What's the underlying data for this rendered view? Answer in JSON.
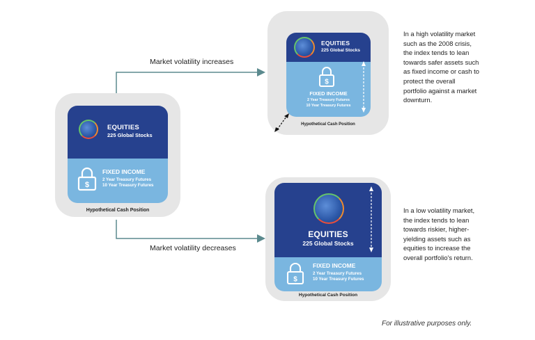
{
  "labels": {
    "equities": "EQUITIES",
    "equities_sub": "225 Global Stocks",
    "fixed_income": "FIXED INCOME",
    "fi_line1": "2 Year Treasury Futures",
    "fi_line2": "10 Year Treasury Futures",
    "cash_position": "Hypothetical Cash Position"
  },
  "arrows": {
    "increase": "Market volatility increases",
    "decrease": "Market volatility decreases"
  },
  "notes": {
    "high": "In a high volatility market such as the 2008 crisis, the index tends to lean towards safer assets such as fixed income or cash to protect the overall portfolio against a market downturn.",
    "low": "In a low volatility market, the index tends to lean towards riskier, higher-yielding assets such as equities to increase the overall portfolio's return."
  },
  "footer": "For illustrative purposes only.",
  "colors": {
    "equities_blue": "#26418e",
    "fixed_income_blue": "#7ab6e0",
    "panel_gray": "#e6e6e6",
    "arrow_teal": "#5b8a8e"
  },
  "icons": [
    "globe-icon",
    "lock-dollar-icon",
    "dashed-double-arrow-icon"
  ]
}
